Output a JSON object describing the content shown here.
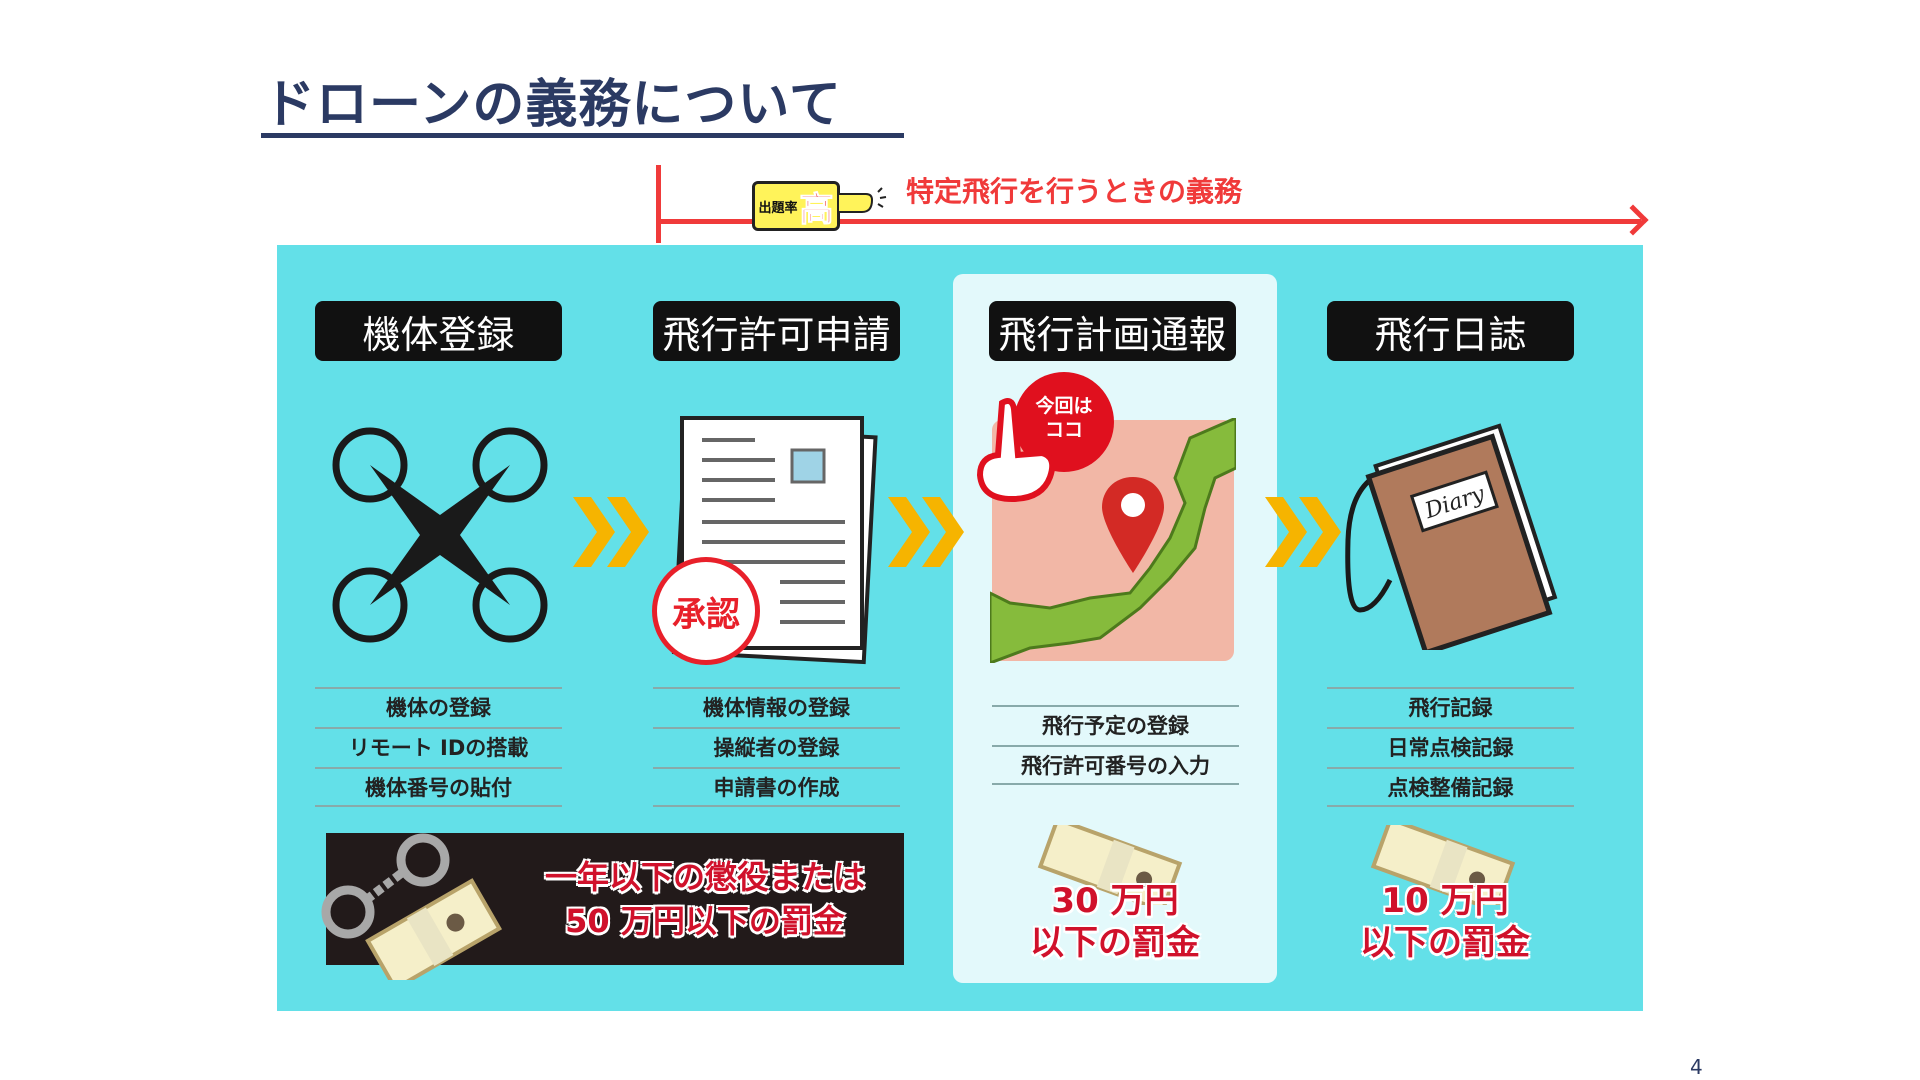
{
  "title": "ドローンの義務について",
  "badge": {
    "small": "出題率",
    "big": "高"
  },
  "duty_label": "特定飛行を行うときの義務",
  "columns": [
    {
      "header": "機体登録",
      "items": [
        "機体の登録",
        "リモート IDの搭載",
        "機体番号の貼付"
      ]
    },
    {
      "header": "飛行許可申請",
      "items": [
        "機体情報の登録",
        "操縦者の登録",
        "申請書の作成"
      ],
      "stamp": "承認"
    },
    {
      "header": "飛行計画通報",
      "items": [
        "飛行予定の登録",
        "飛行許可番号の入力"
      ],
      "callout": [
        "今回は",
        "ココ"
      ]
    },
    {
      "header": "飛行日誌",
      "items": [
        "飛行記録",
        "日常点検記録",
        "点検整備記録"
      ],
      "book_label": "Diary"
    }
  ],
  "penalties": {
    "first": [
      "一年以下の懲役または",
      "50 万円以下の罰金"
    ],
    "third": [
      "30 万円",
      "以下の罰金"
    ],
    "fourth": [
      "10 万円",
      "以下の罰金"
    ]
  },
  "page_number": "4",
  "colors": {
    "panel": "#63e0e8",
    "highlight": "#e3f9fb",
    "accent_red": "#f03a3a",
    "title": "#2b3a63",
    "chevron": "#f6b400"
  }
}
